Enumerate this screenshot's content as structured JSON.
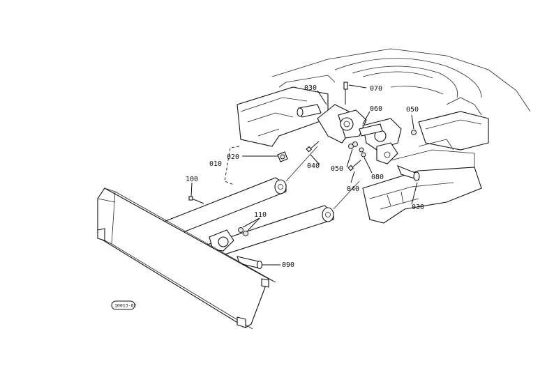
{
  "parts": [
    {
      "id": "p010",
      "label": "010"
    },
    {
      "id": "p020",
      "label": "020"
    },
    {
      "id": "p030a",
      "label": "030"
    },
    {
      "id": "p030b",
      "label": "030"
    },
    {
      "id": "p040a",
      "label": "040"
    },
    {
      "id": "p040b",
      "label": "040"
    },
    {
      "id": "p050a",
      "label": "050"
    },
    {
      "id": "p050b",
      "label": "050"
    },
    {
      "id": "p060",
      "label": "060"
    },
    {
      "id": "p070",
      "label": "070"
    },
    {
      "id": "p080",
      "label": "080"
    },
    {
      "id": "p090",
      "label": "090"
    },
    {
      "id": "p100",
      "label": "100"
    },
    {
      "id": "p110",
      "label": "110"
    }
  ],
  "drawing_code": "10013-02"
}
